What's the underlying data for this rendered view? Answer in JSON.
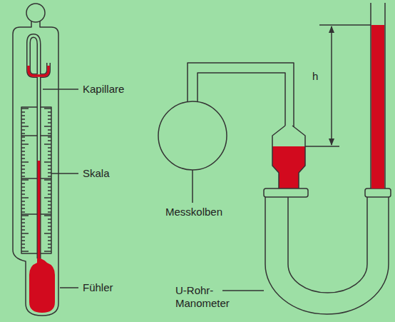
{
  "diagram": {
    "labels": [
      "Kapillare",
      "Skala",
      "Fühler",
      "h",
      "Messkolben",
      "U-Rohr- Manometer"
    ]
  }
}
